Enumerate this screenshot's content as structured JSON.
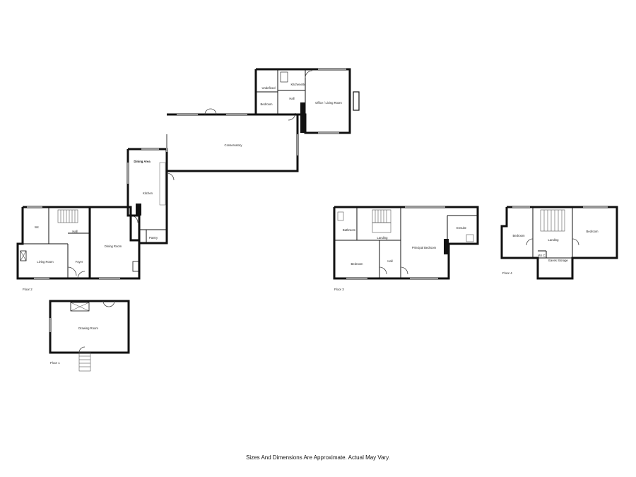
{
  "floors": {
    "floor1": {
      "label": "Floor 1",
      "rooms": {
        "drawing_room": "Drawing Room"
      }
    },
    "floor2": {
      "label": "Floor 2",
      "rooms": {
        "wc": "Wc",
        "hall": "Hall",
        "living_room": "Living Room",
        "foyer": "Foyer",
        "dining_room": "Dining Room",
        "kitchen": "Kitchen",
        "dining_area": "Dining Area",
        "pantry": "Pantry",
        "conservatory": "Conservatory",
        "undefined": "Undefined",
        "kitchenette": "Kitchenette",
        "annex_hall": "Hall",
        "annex_bedroom": "Bedroom",
        "office": "Office / Living Room"
      }
    },
    "floor3": {
      "label": "Floor 3",
      "rooms": {
        "bathroom": "Bathroom",
        "landing": "Landing",
        "ensuite": "Ensuite",
        "bedroom": "Bedroom",
        "hall": "Hall",
        "principal_bedroom": "Principal Bedroom"
      }
    },
    "floor4": {
      "label": "Floor 4",
      "rooms": {
        "bedroom_left": "Bedroom",
        "landing": "Landing",
        "bedroom_right": "Bedroom",
        "wic": "W.I.C.",
        "eaves_storage": "Eaves Storage"
      }
    }
  },
  "footer": {
    "note": "Sizes And Dimensions Are Approximate. Actual May Vary."
  }
}
